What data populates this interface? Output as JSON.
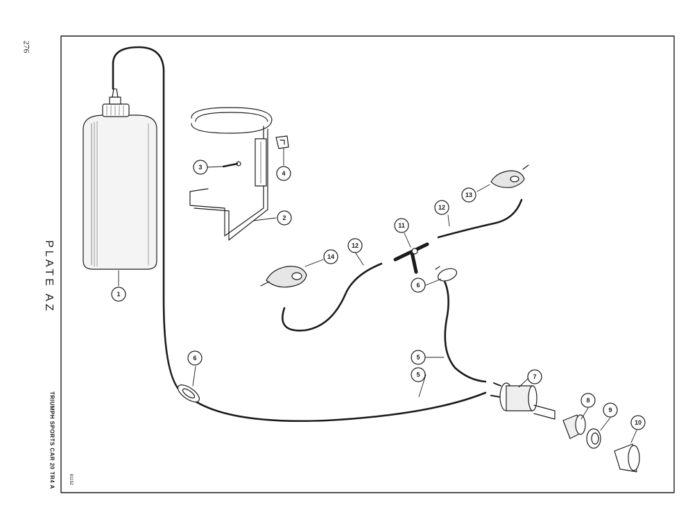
{
  "page_number": "276",
  "plate_title": "PLATE AZ",
  "vehicle_caption": "TRIUMPH SPORTS CAR 20 TR4 A",
  "drawing_ref": "81152",
  "callouts": [
    {
      "id": "c1",
      "label": "1"
    },
    {
      "id": "c2",
      "label": "2"
    },
    {
      "id": "c3",
      "label": "3"
    },
    {
      "id": "c4",
      "label": "4"
    },
    {
      "id": "c5a",
      "label": "5"
    },
    {
      "id": "c5b",
      "label": "5"
    },
    {
      "id": "c6a",
      "label": "6"
    },
    {
      "id": "c6b",
      "label": "6"
    },
    {
      "id": "c7",
      "label": "7"
    },
    {
      "id": "c8",
      "label": "8"
    },
    {
      "id": "c9",
      "label": "9"
    },
    {
      "id": "c10",
      "label": "10"
    },
    {
      "id": "c11",
      "label": "11"
    },
    {
      "id": "c12a",
      "label": "12"
    },
    {
      "id": "c12b",
      "label": "12"
    },
    {
      "id": "c13",
      "label": "13"
    },
    {
      "id": "c14",
      "label": "14"
    }
  ],
  "colors": {
    "ink": "#1a1a1a",
    "paper": "#ffffff",
    "tint": "#f3f3f3"
  }
}
